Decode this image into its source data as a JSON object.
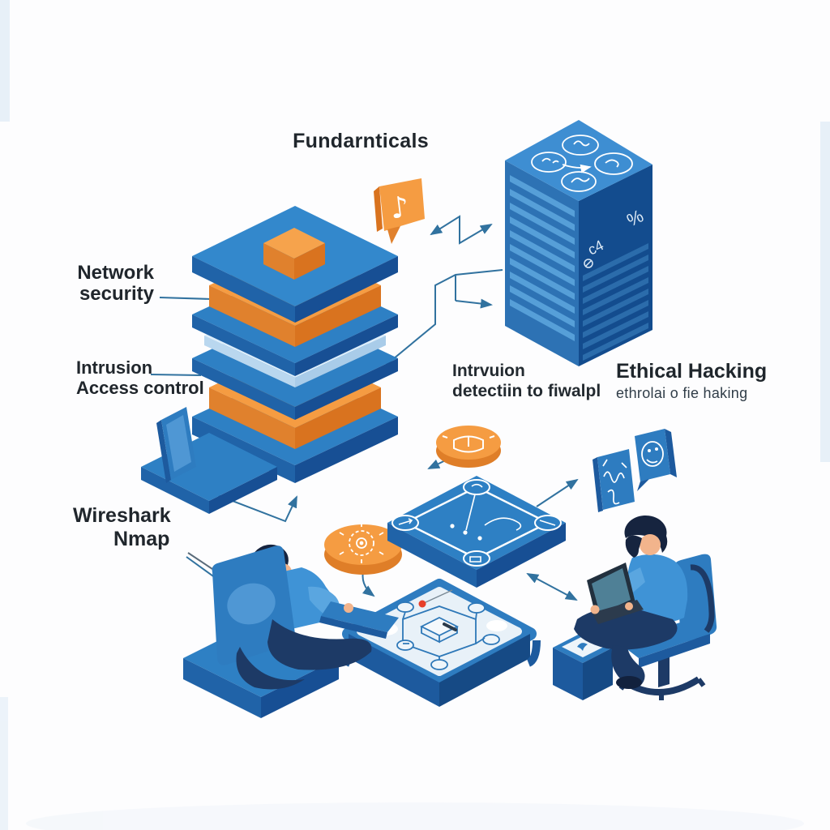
{
  "title": "Fundarnticals",
  "labels": {
    "network_security": {
      "line1": "Network",
      "line2": "security"
    },
    "intrusion_access": {
      "line1": "Intrusion",
      "line2": "Access control"
    },
    "tools": {
      "line1": "Wireshark",
      "line2": "Nmap"
    },
    "intrusion_detection": {
      "line1": "Intrvuion",
      "line2": "detectiin to fiwalpl"
    },
    "ethical_hacking": {
      "title": "Ethical Hacking",
      "subtitle": "ethrolai o fie haking"
    }
  },
  "glyphs": {
    "music_note": "♪",
    "tower_percent": "%",
    "tower_c4": "c4"
  },
  "icons": [
    "music-note-bubble-icon",
    "server-tower",
    "layered-security-stack",
    "laptop-icon",
    "book-coin-icon",
    "gear-coin-icon",
    "network-map-platform",
    "hexagon-pin-platform",
    "skull-tile-icon",
    "waveform-tile-icon",
    "storage-cube-icon",
    "analyst-at-monitor",
    "hacker-on-chair"
  ],
  "colors": {
    "background": "#fdfdfe",
    "blue_top": "#2e80c4",
    "blue_light_top": "#3e8ed2",
    "blue_side_left": "#2063a8",
    "blue_side_right": "#174f94",
    "orange_top": "#f59c42",
    "orange_side": "#e0812d",
    "orange_dark": "#d9731f",
    "light_layer": "#ddeefb",
    "connector_line": "#31729f",
    "text_dark": "#20262c",
    "skin": "#f2b48c",
    "hair": "#16243f",
    "pants": "#1d3a66",
    "red_pin": "#e8402a",
    "surface_light": "#e8f1f8"
  }
}
